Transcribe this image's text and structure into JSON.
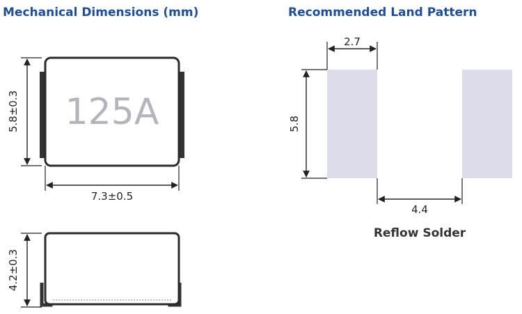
{
  "headings": {
    "mechanical": "Mechanical Dimensions (mm)",
    "land_pattern": "Recommended Land Pattern"
  },
  "top_view": {
    "marking": "125A",
    "height_dim": "5.8±0.3",
    "width_dim": "7.3±0.5"
  },
  "side_view": {
    "height_dim": "4.2±0.3"
  },
  "land_pattern": {
    "pad_width_dim": "2.7",
    "pad_height_dim": "5.8",
    "gap_dim": "4.4",
    "caption": "Reflow Solder",
    "pad_color": "#dcdcea"
  },
  "colors": {
    "heading": "#1f4e96",
    "outline": "#2b2b2b",
    "terminal": "#333333"
  }
}
